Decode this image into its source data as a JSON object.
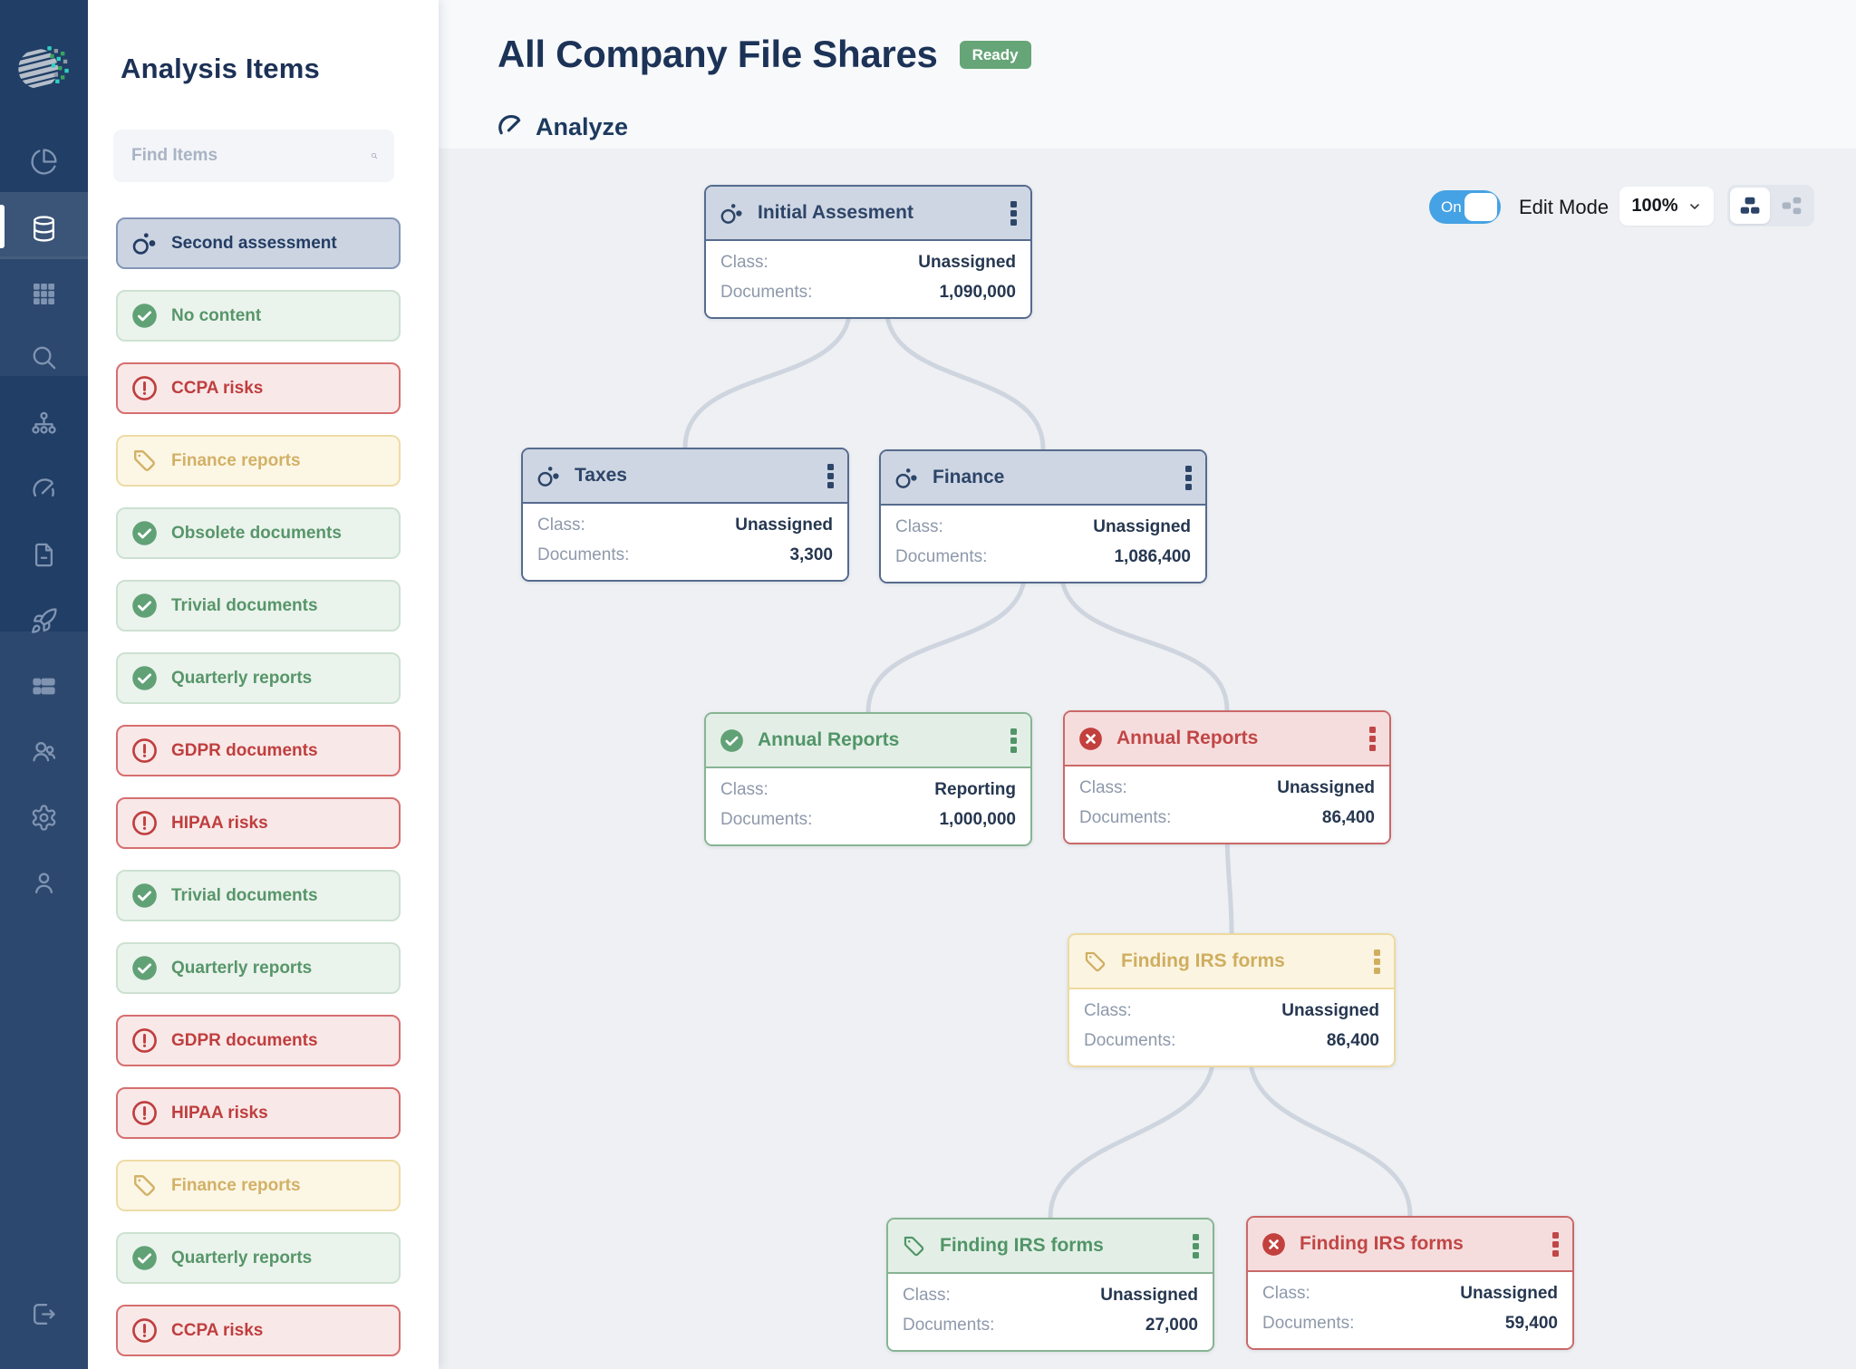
{
  "rail": {
    "icons": [
      "pie-chart",
      "database",
      "apps-grid",
      "search",
      "hierarchy",
      "gauge",
      "document",
      "rocket",
      "form-list",
      "users",
      "settings",
      "user-profile",
      "logout"
    ],
    "active_icon": "database"
  },
  "sidebar": {
    "title": "Analysis Items",
    "search_placeholder": "Find Items",
    "items": [
      {
        "label": "Second assessment",
        "type": "selected",
        "icon": "cluster"
      },
      {
        "label": "No content",
        "type": "green",
        "icon": "check"
      },
      {
        "label": "CCPA risks",
        "type": "red",
        "icon": "alert"
      },
      {
        "label": "Finance reports",
        "type": "yellow",
        "icon": "tag"
      },
      {
        "label": "Obsolete documents",
        "type": "green",
        "icon": "check"
      },
      {
        "label": "Trivial documents",
        "type": "green",
        "icon": "check"
      },
      {
        "label": "Quarterly reports",
        "type": "green",
        "icon": "check"
      },
      {
        "label": "GDPR documents",
        "type": "red",
        "icon": "alert"
      },
      {
        "label": "HIPAA risks",
        "type": "red",
        "icon": "alert"
      },
      {
        "label": "Trivial documents",
        "type": "green",
        "icon": "check"
      },
      {
        "label": "Quarterly reports",
        "type": "green",
        "icon": "check"
      },
      {
        "label": "GDPR documents",
        "type": "red",
        "icon": "alert"
      },
      {
        "label": "HIPAA risks",
        "type": "red",
        "icon": "alert"
      },
      {
        "label": "Finance reports",
        "type": "yellow",
        "icon": "tag"
      },
      {
        "label": "Quarterly reports",
        "type": "green",
        "icon": "check"
      },
      {
        "label": "CCPA risks",
        "type": "red",
        "icon": "alert"
      }
    ]
  },
  "header": {
    "title": "All Company File Shares",
    "status_badge": "Ready",
    "section_label": "Analyze"
  },
  "toolbar": {
    "toggle_state": "On",
    "edit_mode_label": "Edit Mode",
    "zoom_value": "100%"
  },
  "tree": {
    "class_label": "Class:",
    "documents_label": "Documents:",
    "nodes": [
      {
        "id": "initial-assesment",
        "title": "Initial Assesment",
        "type": "gray",
        "icon": "cluster",
        "class": "Unassigned",
        "documents": "1,090,000"
      },
      {
        "id": "taxes",
        "title": "Taxes",
        "type": "gray",
        "icon": "cluster",
        "class": "Unassigned",
        "documents": "3,300"
      },
      {
        "id": "finance",
        "title": "Finance",
        "type": "gray",
        "icon": "cluster",
        "class": "Unassigned",
        "documents": "1,086,400"
      },
      {
        "id": "annual-reports-ok",
        "title": "Annual Reports",
        "type": "green",
        "icon": "check",
        "class": "Reporting",
        "documents": "1,000,000"
      },
      {
        "id": "annual-reports-bad",
        "title": "Annual Reports",
        "type": "red",
        "icon": "x",
        "class": "Unassigned",
        "documents": "86,400"
      },
      {
        "id": "finding-irs-tag",
        "title": "Finding IRS forms",
        "type": "yellow",
        "icon": "tag",
        "class": "Unassigned",
        "documents": "86,400"
      },
      {
        "id": "finding-irs-ok",
        "title": "Finding IRS forms",
        "type": "green",
        "icon": "tag",
        "class": "Unassigned",
        "documents": "27,000"
      },
      {
        "id": "finding-irs-bad",
        "title": "Finding IRS forms",
        "type": "red",
        "icon": "x",
        "class": "Unassigned",
        "documents": "59,400"
      }
    ],
    "colors": {
      "accent_blue": "#45a2e4",
      "status_green": "#66a577",
      "node_gray_border": "#566b8e",
      "node_green_border": "#87b494",
      "node_red_border": "#ca6868",
      "node_yellow_border": "#eeda9f",
      "connector": "#cfd5df"
    }
  }
}
